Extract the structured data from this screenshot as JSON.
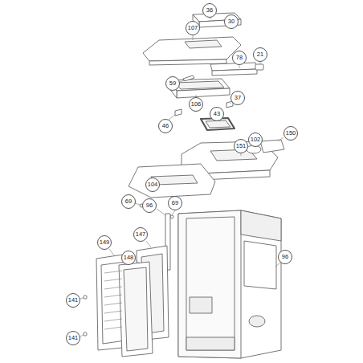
{
  "diagram": {
    "labels": [
      "36",
      "30",
      "107",
      "78",
      "21",
      "59",
      "106",
      "37",
      "46",
      "43",
      "102",
      "150",
      "151",
      "104",
      "69",
      "96",
      "69",
      "149",
      "147",
      "148",
      "96",
      "141",
      "141"
    ]
  }
}
